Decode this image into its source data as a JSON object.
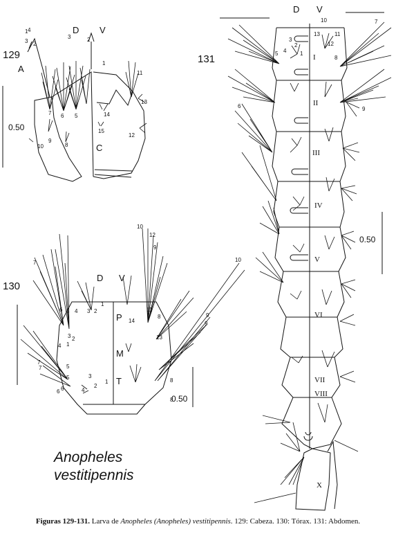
{
  "figures": {
    "f129": {
      "number": "129",
      "letters": [
        "D",
        "V",
        "A",
        "C"
      ],
      "scale": "0.50",
      "setae": [
        "1",
        "2",
        "3",
        "4",
        "3",
        "2",
        "1",
        "5",
        "6",
        "7",
        "8",
        "9",
        "10",
        "11",
        "12",
        "13",
        "14",
        "15"
      ]
    },
    "f130": {
      "number": "130",
      "letters": [
        "D",
        "V",
        "P",
        "M",
        "T"
      ],
      "scale": "0.50",
      "setae": [
        "1",
        "2",
        "3",
        "4",
        "5",
        "6",
        "7",
        "8",
        "9",
        "10",
        "11",
        "12",
        "13",
        "14",
        "1",
        "2",
        "3",
        "4",
        "5",
        "6",
        "7",
        "8",
        "9",
        "10",
        "1",
        "2",
        "3",
        "4",
        "5",
        "6",
        "7",
        "8",
        "9"
      ]
    },
    "f131": {
      "number": "131",
      "letters": [
        "D",
        "V",
        "X"
      ],
      "scale": "0.50",
      "segments": [
        "I",
        "II",
        "III",
        "IV",
        "V",
        "VI",
        "VII",
        "VIII"
      ],
      "setae": [
        "1",
        "2",
        "3",
        "4",
        "5",
        "6",
        "7",
        "8",
        "9",
        "10",
        "11",
        "12",
        "13"
      ]
    }
  },
  "species": {
    "line1": "Anopheles",
    "line2": "vestitipennis"
  },
  "caption": {
    "bold": "Figuras 129-131.",
    "t1": " Larva de ",
    "i1": "Anopheles (Anopheles) vestitipennis",
    "t2": ". 129: Cabeza. 130: Tórax. 131: Abdomen."
  }
}
